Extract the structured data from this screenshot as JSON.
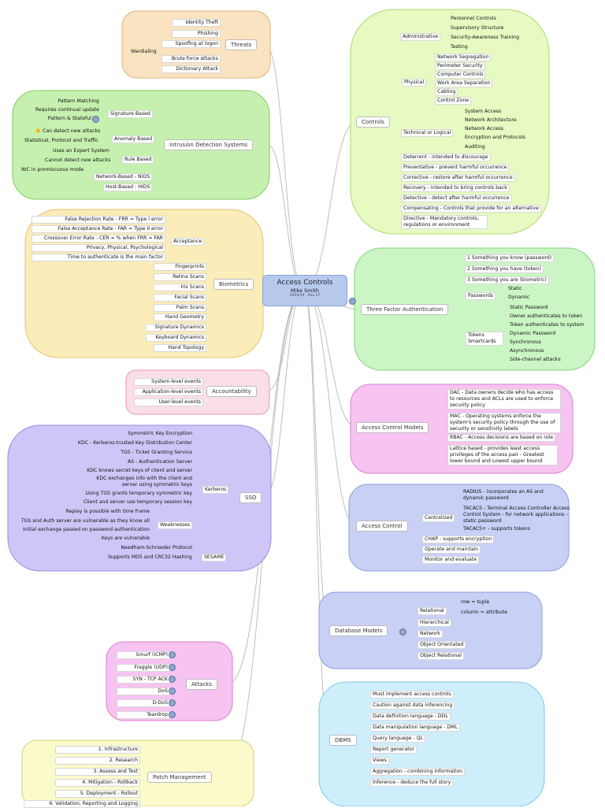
{
  "central": {
    "title": "Access Controls",
    "author": "Mike Smith",
    "date": "2004/10 - Rev 27"
  },
  "colors": {
    "orange": "#fae3c0",
    "green": "#c6f0b0",
    "yellow": "#fbedb9",
    "pink": "#fbdfe6",
    "purple": "#cfc6f7",
    "lightgreen": "#e7fac2",
    "mint": "#ccf5c6",
    "magenta": "#f7c3f1",
    "blue": "#c8d0f6",
    "cyan": "#cfeefb",
    "lightyellow": "#fafacb"
  },
  "threats": {
    "label": "Threats",
    "items": [
      "Identity Theft",
      "Phishing",
      "Spoofing at logon",
      "Wardialing",
      "Brute force attacks",
      "Dictionary Attack"
    ]
  },
  "ids": {
    "label": "Intrusion Detection Systems",
    "signature": "Signature Based",
    "sig_items": [
      "Pattern Matching",
      "Requires continual update",
      "Pattern & Stateful"
    ],
    "anomaly": "Anomaly Based",
    "anom_items": [
      "Can detect new attacks",
      "Statistical, Protocol and Traffic"
    ],
    "rule": "Rule Based",
    "rule_items": [
      "Uses an Expert System",
      "Cannot detect new attacks"
    ],
    "nids_note": "NIC in promiscuous mode",
    "nids": "Network-Based - NIDS",
    "hids": "Host-Based - HIDS"
  },
  "biometrics": {
    "label": "Biometrics",
    "acceptance": "Acceptance",
    "acc_items": [
      "False Rejection Rate - FRR = Type I error",
      "False Acceptance Rate - FAR = Type II error",
      "Crossover Error Rate - CER = % when FRR = FAR",
      "Privacy, Physical, Psychological",
      "Time to authenticate is the main factor"
    ],
    "types": [
      "Fingerprints",
      "Retina Scans",
      "Iris Scans",
      "Facial Scans",
      "Palm Scans",
      "Hand Geometry",
      "Signature Dynamics",
      "Keyboard Dynamics",
      "Hand Topology"
    ]
  },
  "accountability": {
    "label": "Accountability",
    "items": [
      "System-level events",
      "Application-level events",
      "User-level events"
    ]
  },
  "sso": {
    "label": "SSO",
    "kerberos": "Kerberos",
    "kerb_items": [
      "Symmetric Key Encryption",
      "KDC - Kerberos-trusted Key Distribution Center",
      "TGS - Ticket Granting Service",
      "AS - Authentication Server",
      "KDC knows secret keys of client and server",
      "KDC exchanges info with the client and server using symmetric keys",
      "Using TGS grants temporary symmetric key",
      "Client and server use temporary session key"
    ],
    "weak": "Weaknesses",
    "weak_items": [
      "Replay is possible with time frame",
      "TGS and Auth server are vulnerable as they know all",
      "Initial exchange passed on password authentication",
      "Keys are vulnerable"
    ],
    "sesame": "SESAME",
    "ses_items": [
      "Needham-Schroeder Protocol",
      "Supports MD5 and CRC32 Hashing"
    ]
  },
  "attacks": {
    "label": "Attacks",
    "items": [
      "Smurf (ICMP)",
      "Fraggle (UDP)",
      "SYN - TCP ACK",
      "DoS",
      "D-DoS",
      "Teardrop"
    ]
  },
  "patch": {
    "label": "Patch Management",
    "items": [
      "1. Infrastructure",
      "2. Research",
      "3. Assess and Test",
      "4. Mitigation - Rollback",
      "5. Deployment - Rollout",
      "6. Validation, Reporting and Logging"
    ]
  },
  "controls": {
    "label": "Controls",
    "administrative": "Administrative",
    "admin_items": [
      "Personnel Controls",
      "Supervisory Structure",
      "Security-Awareness Training",
      "Testing"
    ],
    "physical": "Physical",
    "phys_items": [
      "Network Segregation",
      "Perimeter Security",
      "Computer Controls",
      "Work Area Separation",
      "Cabling",
      "Control Zone"
    ],
    "technical": "Technical or Logical",
    "tech_items": [
      "System Access",
      "Network Architecture",
      "Network Access",
      "Encryption and Protocols",
      "Auditing"
    ],
    "types": [
      "Deterrent - intended to discourage",
      "Preventative - prevent harmful occurrence",
      "Corrective - restore after harmful occurrence",
      "Recovery - intended to bring controls back",
      "Detective - detect after harmful occurrence",
      "Compensating - Controls that provide for an alternative",
      "Directive - Mandatory controls, regulations or environment"
    ]
  },
  "tfa": {
    "label": "Three Factor Authentication",
    "factors": [
      "1 Something you know (password)",
      "2 Something you have (token)",
      "3 Something you are (biometric)"
    ],
    "passwords": "Passwords",
    "pw_items": [
      "Static",
      "Dynamic"
    ],
    "tokens": "Tokens Smartcards",
    "tok_items": [
      "Static Password",
      "Owner authenticates to token",
      "Token authenticates to system",
      "Dynamic Password",
      "Synchronous",
      "Asynchronous",
      "Side-channel attacks"
    ]
  },
  "acm": {
    "label": "Access Control Models",
    "items": [
      "DAC - Data owners decide who has access to resources and ACLs are used to enforce security policy",
      "MAC - Operating systems enforce the system's security policy through the use of security or sensitivity labels",
      "RBAC - Access decisions are based on role",
      "Lattice based - provides least access privileges of the access pair - Greatest lower bound and Lowest upper bound"
    ]
  },
  "ac": {
    "label": "Access Control",
    "centralized": "Centralized",
    "cent_items": [
      "RADIUS - incorporates an AS and dynamic password",
      "TACACS - Terminal Access Controller Access Control System - for network applications - static password",
      "TACACS+ - supports tokens"
    ],
    "items": [
      "CHAP - supports encryption",
      "Operate and maintain",
      "Monitor and evaluate"
    ]
  },
  "dbm": {
    "label": "Database Models",
    "relational": "Relational",
    "rel_items": [
      "row = tuple",
      "column = attribute"
    ],
    "items": [
      "Hierarchical",
      "Network",
      "Object Orientated",
      "Object Relational"
    ]
  },
  "dbms": {
    "label": "DBMS",
    "items": [
      "Must implement access controls",
      "Caution against data inferencing",
      "Data definition language - DDL",
      "Data manipulation language - DML",
      "Query language - QL",
      "Report generator",
      "Views",
      "Aggregation - combining information",
      "Inference - deduce the full story"
    ]
  }
}
